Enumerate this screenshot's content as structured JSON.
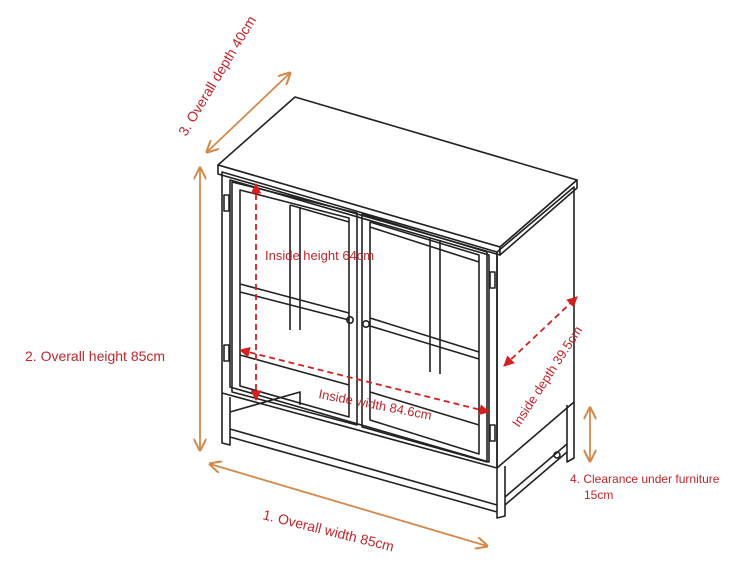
{
  "colors": {
    "overall_dimension": "#d4884a",
    "inside_dimension": "#d42020",
    "label_text": "#c0262c",
    "drawing_line": "#222222",
    "background": "#ffffff"
  },
  "labels": {
    "overall_width": "1. Overall width 85cm",
    "overall_height": "2. Overall height 85cm",
    "overall_depth": "3. Overall depth 40cm",
    "clearance_line1": "4. Clearance under furniture",
    "clearance_line2": "15cm",
    "inside_height": "Inside height 64cm",
    "inside_width": "Inside width 84.6cm",
    "inside_depth": "Inside depth 39.5cm"
  }
}
